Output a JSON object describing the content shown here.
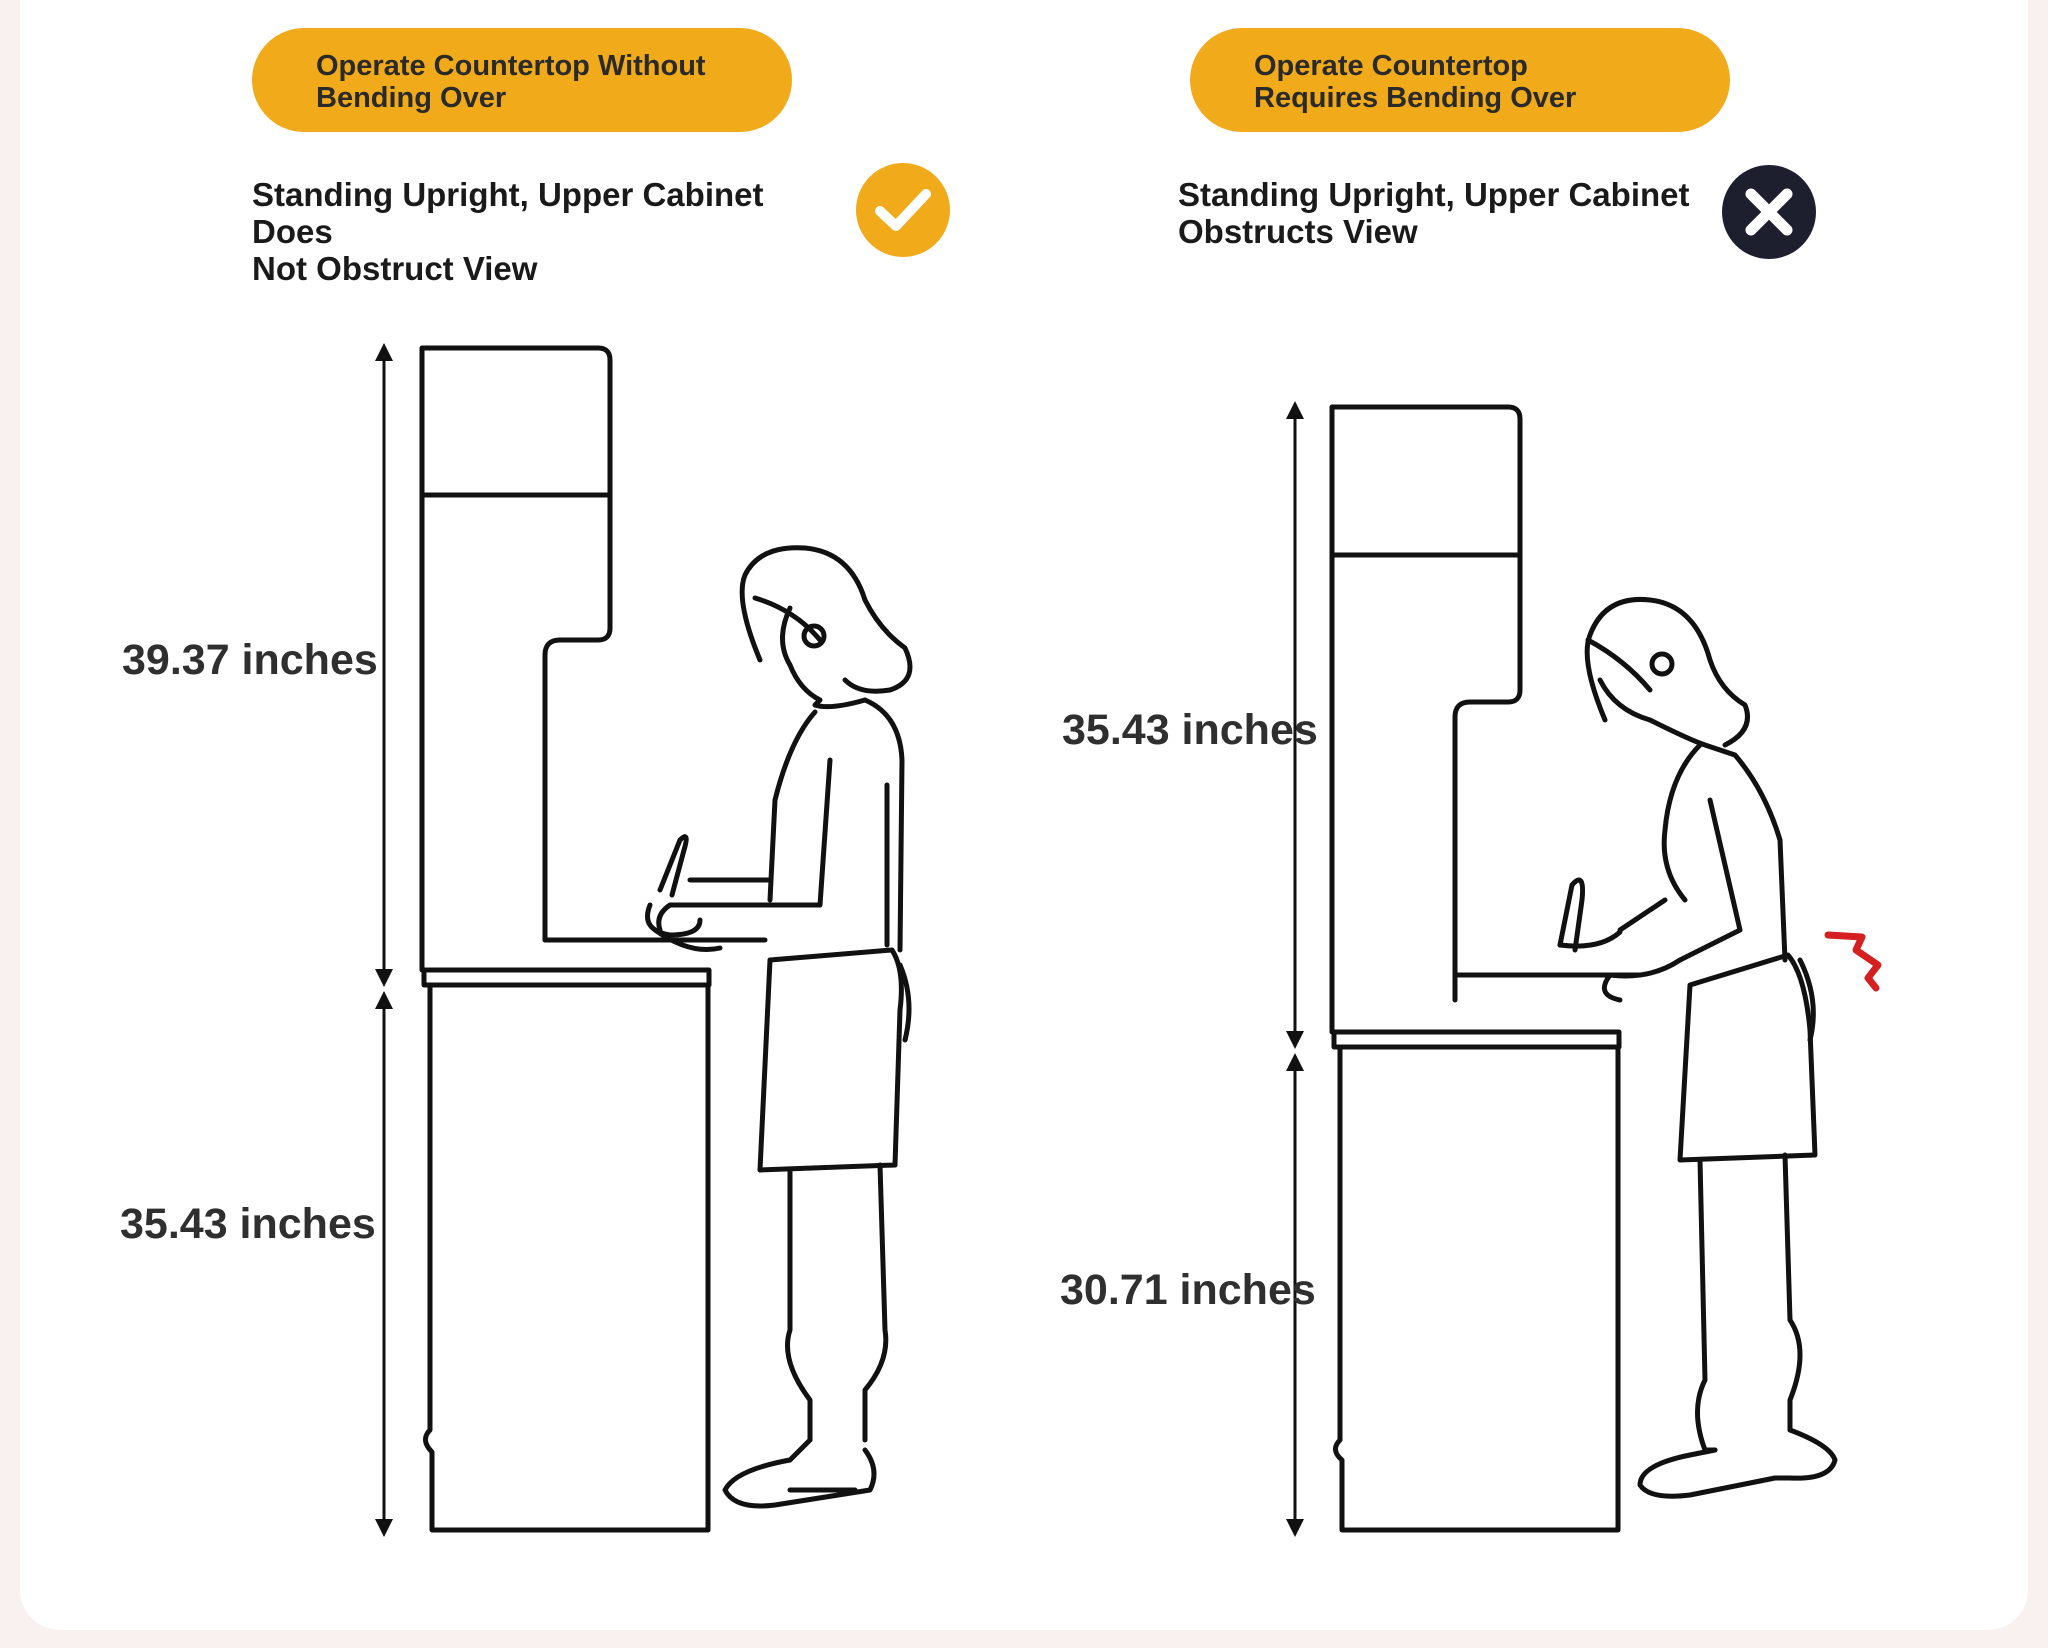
{
  "left_panel": {
    "pill_text": "Operate Countertop Without\nBending Over",
    "caption": "Standing Upright, Upper Cabinet Does\nNot Obstruct View",
    "status_icon": "check-icon",
    "upper_height": "39.37 inches",
    "counter_height": "35.43 inches"
  },
  "right_panel": {
    "pill_text": "Operate Countertop\nRequires Bending Over",
    "caption": "Standing Upright, Upper Cabinet\nObstructs View",
    "status_icon": "cross-icon",
    "upper_height": "35.43 inches",
    "counter_height": "30.71 inches"
  },
  "colors": {
    "accent": "#f0aa1a",
    "badge_dark": "#1e1f2e",
    "line": "#111111",
    "strain_mark": "#d42020"
  }
}
